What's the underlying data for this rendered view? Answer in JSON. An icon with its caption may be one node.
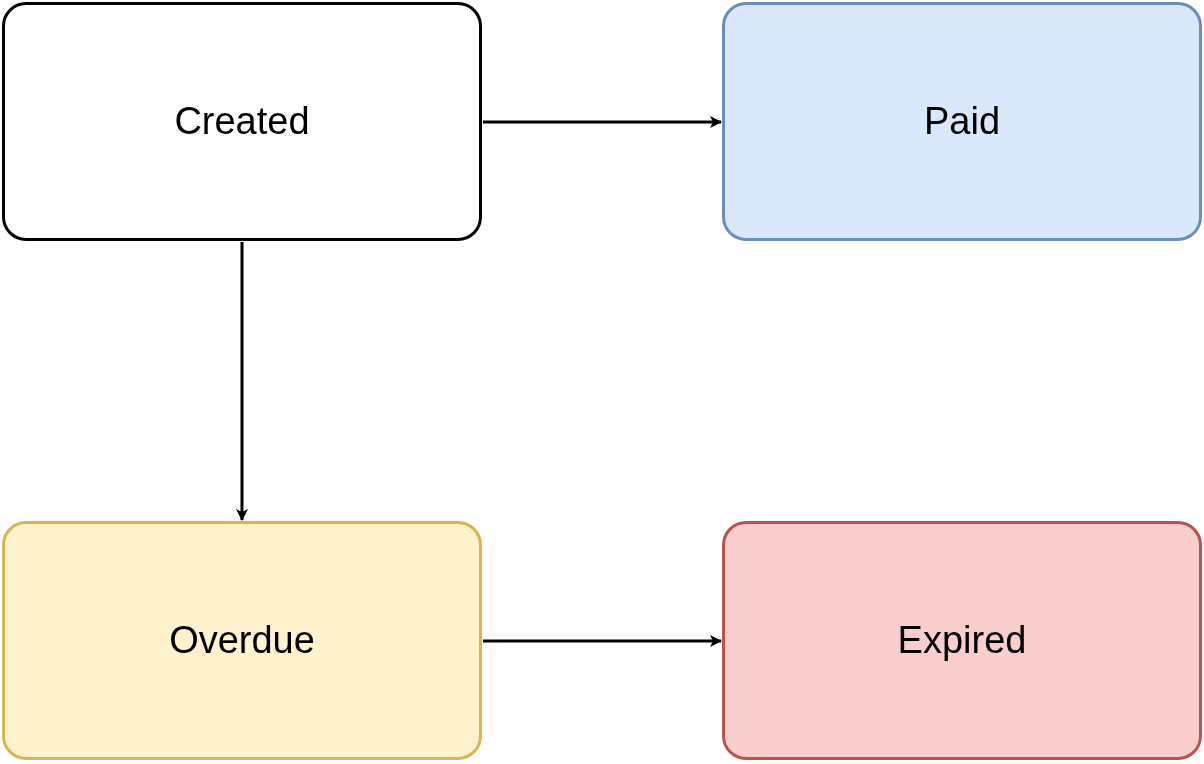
{
  "diagram": {
    "nodes": [
      {
        "text": [
          "Created"
        ]
      },
      {
        "text": [
          "Paid"
        ]
      },
      {
        "text": [
          "Overdue"
        ]
      },
      {
        "text": [
          "Expired"
        ]
      }
    ],
    "edges": [
      {
        "from": 0,
        "to": 1,
        "arrow": "to"
      },
      {
        "from": 0,
        "to": 2,
        "arrow": "to"
      },
      {
        "from": 2,
        "to": 3,
        "arrow": "to"
      }
    ]
  }
}
